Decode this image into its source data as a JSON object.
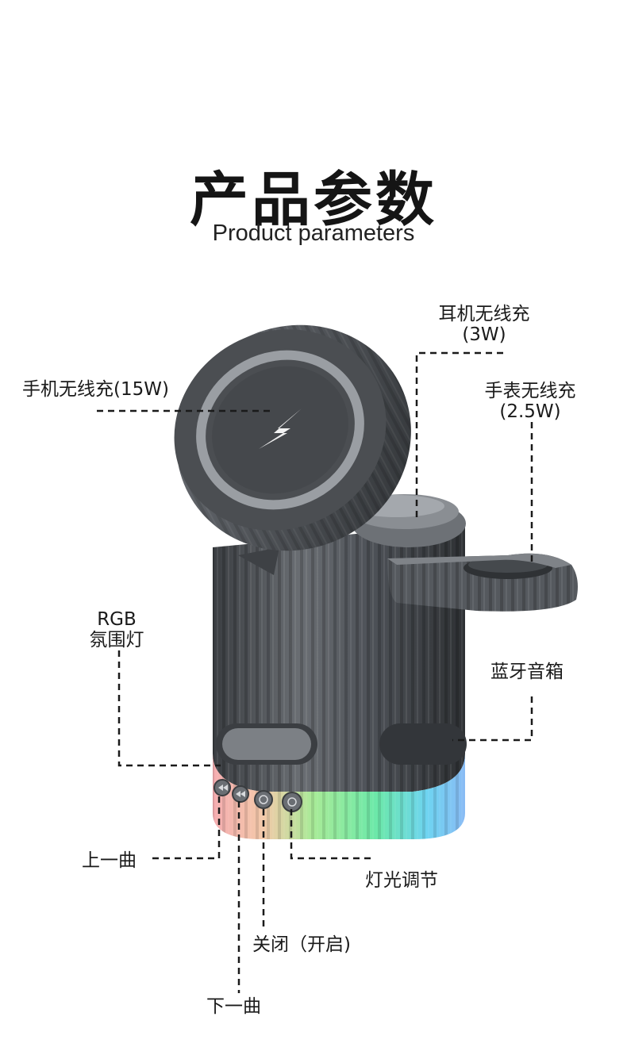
{
  "header": {
    "title": "产品参数",
    "subtitle": "Product parameters"
  },
  "callouts": {
    "phone_charge": "手机无线充(15W)",
    "earbuds_charge_line1": "耳机无线充",
    "earbuds_charge_line2": "(3W)",
    "watch_charge_line1": "手表无线充",
    "watch_charge_line2": "(2.5W)",
    "rgb_line1": "RGB",
    "rgb_line2": "氛围灯",
    "speaker": "蓝牙音箱",
    "prev_track": "上一曲",
    "light_adjust": "灯光调节",
    "power": "关闭（开启)",
    "next_track": "下一曲"
  },
  "icons": {
    "charge_symbol": "lightning-bolt-icon"
  },
  "colors": {
    "body_gray": "#55595e",
    "pad_dark": "#4a4d51",
    "rgb_green": "#5ce88a",
    "rgb_blue": "#5fd0f0",
    "rgb_pink": "#f3a0a0"
  }
}
